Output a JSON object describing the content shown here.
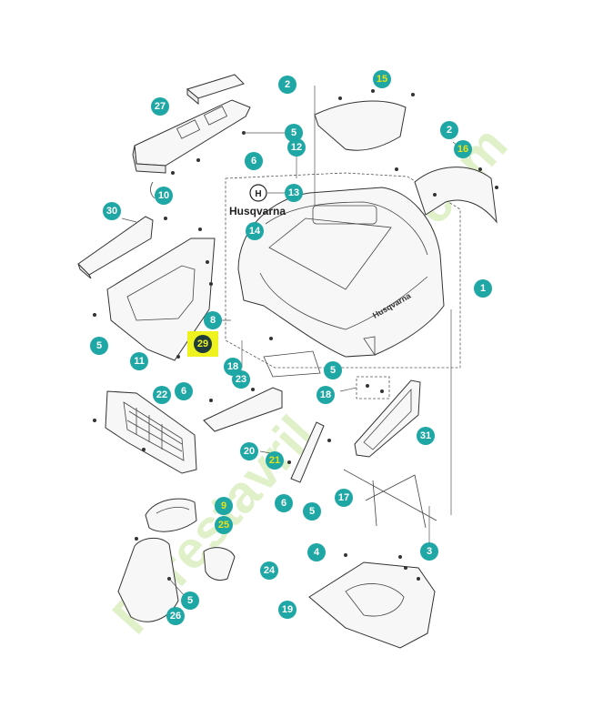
{
  "brand": {
    "name": "Husqvarna",
    "logo_letter": "H",
    "callout_color": "#1fa7a5",
    "highlight_color": "#e6f20a"
  },
  "watermark": {
    "text_main": "Forestavril",
    "text_tail": ".com"
  },
  "selected_part": "29",
  "callouts": [
    {
      "id": "c1",
      "label": "1"
    },
    {
      "id": "c2a",
      "label": "2"
    },
    {
      "id": "c2b",
      "label": "2"
    },
    {
      "id": "c3",
      "label": "3"
    },
    {
      "id": "c4",
      "label": "4"
    },
    {
      "id": "c5a",
      "label": "5"
    },
    {
      "id": "c5b",
      "label": "5"
    },
    {
      "id": "c5c",
      "label": "5"
    },
    {
      "id": "c5d",
      "label": "5"
    },
    {
      "id": "c5e",
      "label": "5"
    },
    {
      "id": "c6a",
      "label": "6"
    },
    {
      "id": "c6b",
      "label": "6"
    },
    {
      "id": "c6c",
      "label": "6"
    },
    {
      "id": "c8",
      "label": "8"
    },
    {
      "id": "c9",
      "label": "9"
    },
    {
      "id": "c10",
      "label": "10"
    },
    {
      "id": "c11",
      "label": "11"
    },
    {
      "id": "c12",
      "label": "12"
    },
    {
      "id": "c13",
      "label": "13"
    },
    {
      "id": "c14",
      "label": "14"
    },
    {
      "id": "c15",
      "label": "15"
    },
    {
      "id": "c16",
      "label": "16"
    },
    {
      "id": "c17",
      "label": "17"
    },
    {
      "id": "c18a",
      "label": "18"
    },
    {
      "id": "c18b",
      "label": "18"
    },
    {
      "id": "c19",
      "label": "19"
    },
    {
      "id": "c20",
      "label": "20"
    },
    {
      "id": "c21",
      "label": "21"
    },
    {
      "id": "c22",
      "label": "22"
    },
    {
      "id": "c23",
      "label": "23"
    },
    {
      "id": "c24",
      "label": "24"
    },
    {
      "id": "c25",
      "label": "25"
    },
    {
      "id": "c26",
      "label": "26"
    },
    {
      "id": "c27",
      "label": "27"
    },
    {
      "id": "c29",
      "label": "29"
    },
    {
      "id": "c30",
      "label": "30"
    },
    {
      "id": "c31",
      "label": "31"
    }
  ]
}
